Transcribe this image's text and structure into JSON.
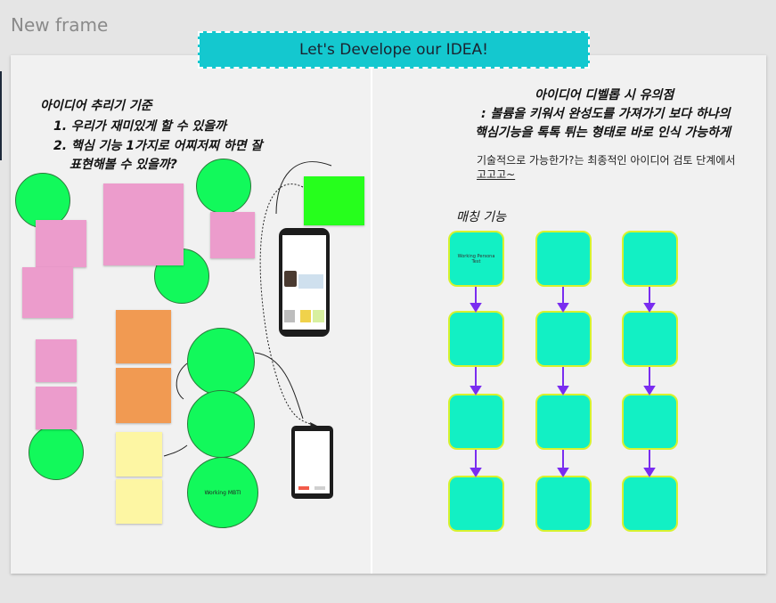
{
  "frame_label": "New frame",
  "banner": "Let's Develope our IDEA!",
  "left": {
    "heading": "아이디어 추리기 기준",
    "items": [
      "1. 우리가 재미있게 할 수 있을까",
      "2. 핵심 기능 1가지로 어찌저찌 하면 잘",
      "표현해볼 수 있을까?"
    ]
  },
  "right": {
    "heading_line1": "아이디어 디벨롭 시 유의점",
    "heading_line2": ": 볼륨을 키워서 완성도를 가져가기 보다 하나의",
    "heading_line3": "핵심기능을 톡톡 튀는 형태로 바로 인식 가능하게",
    "note_line1": "기술적으로 가능한가?는 최종적인 아이디어 검토 단계에서",
    "note_line2": "고고고~",
    "matching_title": "매칭 기능"
  },
  "flow": {
    "col1": [
      "Working Persona Test",
      "",
      "",
      ""
    ],
    "col2": [
      "",
      "",
      "",
      ""
    ],
    "col3": [
      "",
      "",
      "",
      ""
    ]
  },
  "stickies": {
    "working_mbti": "Working MBTI"
  },
  "colors": {
    "banner": "#14c8cf",
    "circle": "#12f95b",
    "teal_box": "#12f0c4",
    "arrow": "#7a2df0"
  }
}
